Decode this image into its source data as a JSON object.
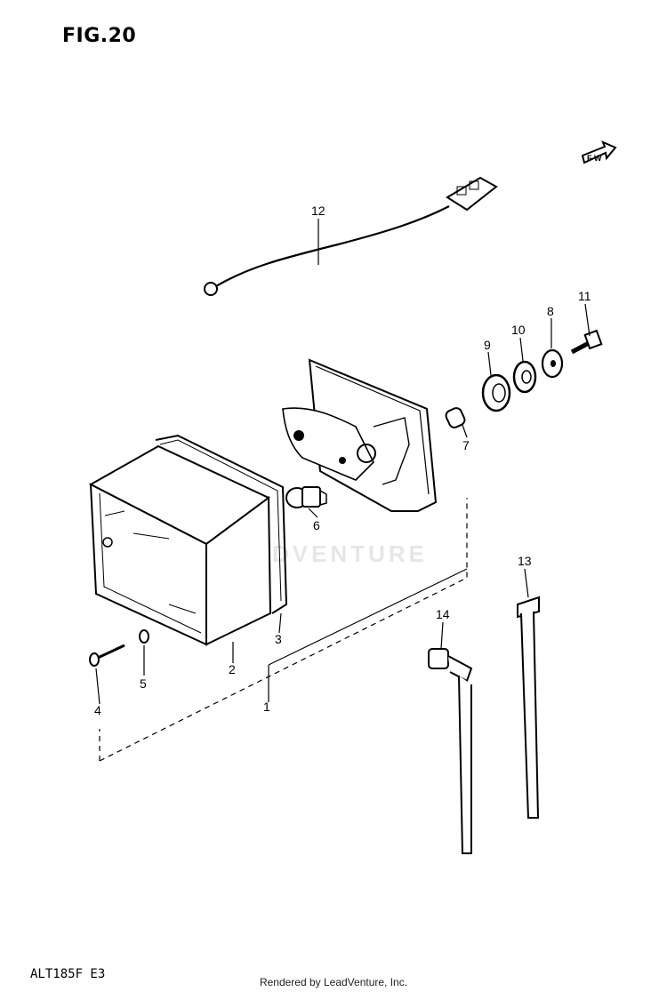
{
  "figure": {
    "title": "FIG.20",
    "model_code": "ALT185F  E3"
  },
  "footer": {
    "rendered_by": "Rendered by LeadVenture, Inc."
  },
  "watermark": {
    "text": "LEADVENTURE"
  },
  "callouts": [
    "1",
    "2",
    "3",
    "4",
    "5",
    "6",
    "7",
    "8",
    "9",
    "10",
    "11",
    "12",
    "13",
    "14"
  ],
  "front_marker": {
    "label": "F W"
  }
}
